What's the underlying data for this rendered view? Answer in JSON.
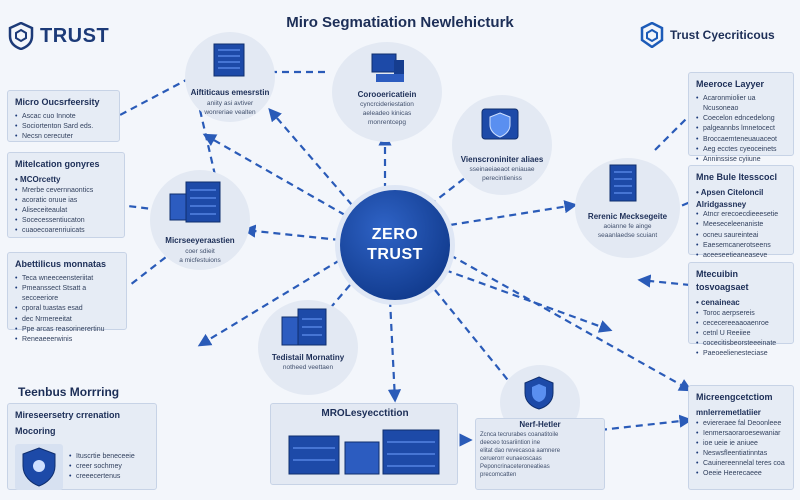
{
  "header": {
    "title": "Miro Segmatiation Newlehicturk",
    "logo_left": "TRUST",
    "logo_right": "Trust Cyecriticous"
  },
  "core": {
    "line1": "ZERO",
    "line2": "TRUST"
  },
  "nodes": {
    "top_left": {
      "label": "Aiftiticaus emesrstin",
      "sub": "aniity asi avtiver\nwonreriae vealten"
    },
    "top_center": {
      "label": "Corooericatiein",
      "sub": "cyncrcideriestation\naeleadeo kinicas\nmonrentcepg"
    },
    "right_upper": {
      "label": "Vienscroniniter aliaes",
      "sub": "sseinaeiaeaot eniauae\nperecintieniss"
    },
    "left_mid": {
      "label": "Micrseeyeraastien",
      "sub": "coer sdieit\na micfestuions"
    },
    "right_mid": {
      "label": "Rerenic Mecksegeite",
      "sub": "aoianne fe ainge\nseaanlaedse scuiant"
    },
    "bottom_left": {
      "label": "Tedistail Mornatiny",
      "sub": "notheed veettaen"
    },
    "bottom_center": {
      "label": "MROLesyecctition"
    },
    "bottom_right": {
      "label": "Nerf-Hetler",
      "sub": "Zcnca tecrurabes coanatitoile\ndeeceo tosariintion ine\nelitat dao rwvecasoa aamnere\nceruerorr eunaeoscaas\nPeponcrinaceteroneatieas\nprecomcatten"
    }
  },
  "panels": {
    "left_top": {
      "title": "Micro Oucsrfeersity",
      "items": [
        "Ascac cuo Innote",
        "Sociortenton Sard eds.",
        "Necsn cerecuter"
      ]
    },
    "left_mid": {
      "title": "Mitelcation gonyres",
      "subtitle": "• MCOrcetty",
      "items": [
        "Mrerbe cevernnaontics",
        "acoratic oruue ias",
        "Aliseceiteaulat",
        "Socecessentiucaton",
        "cuaoecoarenriuicats"
      ]
    },
    "left_lower": {
      "title": "Abettilicus monnatas",
      "items": [
        "Teca wneeceensteriitat",
        "Pmeanssect Stsatt a secceeriore",
        "cporal tuastas esad",
        "dec Nrmereeitat",
        "Ppe arcas reasorinerertinu",
        "Reneaeeerwinis"
      ]
    },
    "left_bottom": {
      "heading": "Teenbus Morrring",
      "title": "Mireseersetry crrenation",
      "subtitle": "Mocoring",
      "items": [
        "Ituscrtie beneceeie",
        "creer sochmey",
        "creeecertenus"
      ]
    },
    "right_top": {
      "title": "Meeroce Layyer",
      "items": [
        "Acaronmiolier ua Ncusoneao",
        "Coecelon edncedelong",
        "palgeannbs lmnetocect",
        "Broccaemteneuauaceot",
        "Aeg ecctes cyeoceinets",
        "Anninssise cyiiune"
      ]
    },
    "right_mid": {
      "title": "Mne Bule Itesscocl",
      "subtitle": "• Apsen Citeloncil",
      "subtitle2": "Alridgassney",
      "items": [
        "Atncr erecoecdieeesetie",
        "Meeseceleenaniste",
        "ocneu saureinteai",
        "Eaesemcanerotseens",
        "aceeseetieaneaseve"
      ]
    },
    "right_lower": {
      "title": "Mtecuibin tosvoagsaet",
      "subtitle": "• cenaineac",
      "items": [
        "Toroc aerpsereis",
        "cececereeaaoaenroe",
        "cetnl U Reeiiee",
        "cocecitisbeorsteeeinate",
        "Paeoeelienesteciase"
      ]
    },
    "right_bottom": {
      "title": "Micreengcetctiom",
      "subtitle": "mnlerremetlatiier",
      "items": [
        "eviereraee fal Deoonleee",
        "Ienmersaoraroesewaniar",
        "ioe ueie ie aniuee",
        "Neswsfleentiatinntas",
        "Cauinereennelal teres coa",
        "Oeeie Heerecaeee"
      ]
    }
  },
  "colors": {
    "core": "#1a4aa6",
    "accent": "#1c3a78",
    "link": "#2a5bb8",
    "panel_bg": "#e6ecf5"
  }
}
